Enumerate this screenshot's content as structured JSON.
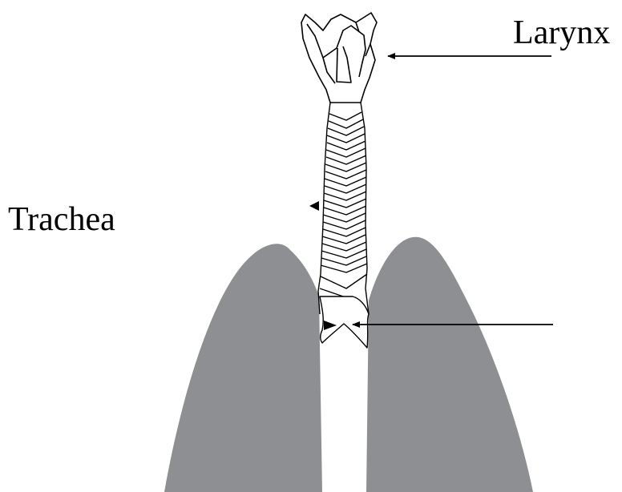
{
  "labels": {
    "larynx": "Larynx",
    "trachea": "Trachea"
  },
  "colors": {
    "lung_fill": "#8e8f93",
    "outline": "#000000",
    "background": "#ffffff"
  },
  "structures": [
    "larynx",
    "trachea",
    "left-lung",
    "right-lung",
    "bronchi"
  ]
}
